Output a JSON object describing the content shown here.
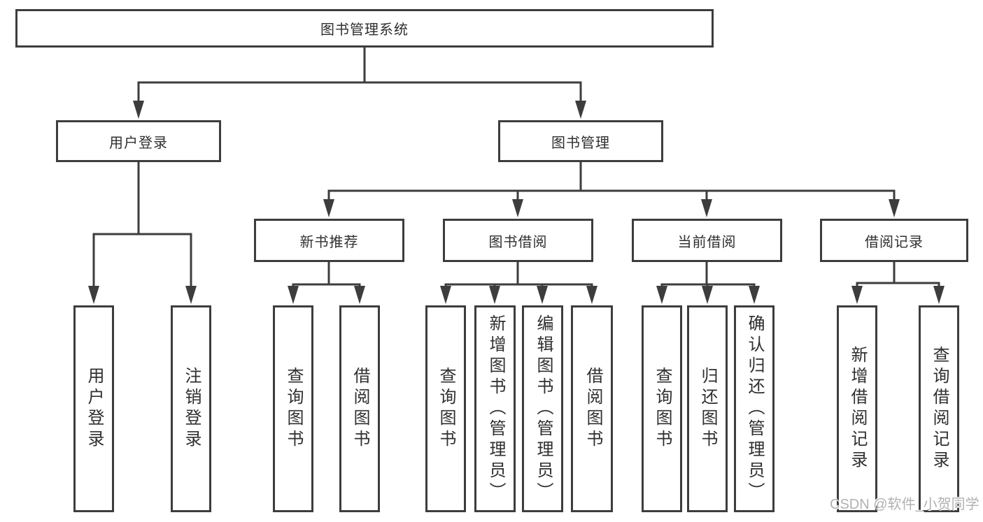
{
  "diagram_title": "图书管理系统",
  "nodes": {
    "root": {
      "label": "图书管理系统"
    },
    "user_login": {
      "label": "用户登录"
    },
    "book_mgmt": {
      "label": "图书管理"
    },
    "new_book_rec": {
      "label": "新书推荐"
    },
    "book_borrow": {
      "label": "图书借阅"
    },
    "current_borrow": {
      "label": "当前借阅"
    },
    "borrow_record": {
      "label": "借阅记录"
    },
    "login_leaf": {
      "label": "用户登录"
    },
    "logout_leaf": {
      "label": "注销登录"
    },
    "rec_query_leaf": {
      "label": "查询图书"
    },
    "rec_borrow_leaf": {
      "label": "借阅图书"
    },
    "bb_query_leaf": {
      "label": "查询图书"
    },
    "bb_add_leaf": {
      "label": "新增图书（管理员）"
    },
    "bb_edit_leaf": {
      "label": "编辑图书（管理员）"
    },
    "bb_borrow_leaf": {
      "label": "借阅图书"
    },
    "cb_query_leaf": {
      "label": "查询图书"
    },
    "cb_return_leaf": {
      "label": "归还图书"
    },
    "cb_confirm_leaf": {
      "label": "确认归还（管理员）"
    },
    "br_add_leaf": {
      "label": "新增借阅记录"
    },
    "br_query_leaf": {
      "label": "查询借阅记录"
    }
  },
  "watermark": {
    "text": "CSDN @软件_小贺同学"
  },
  "colors": {
    "line": "#3d3d3d",
    "text": "#2f2f2f",
    "background": "#ffffff",
    "watermark_text": "#b3b0b0"
  }
}
